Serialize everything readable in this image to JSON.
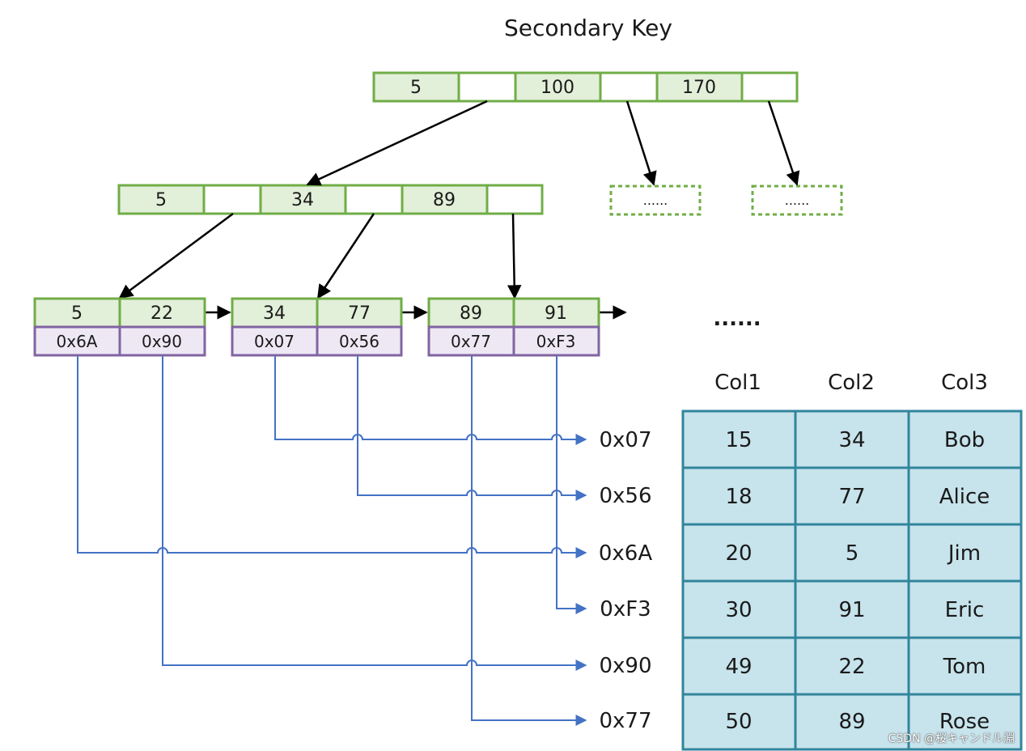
{
  "title": "Secondary Key",
  "colors": {
    "key_fill": "#e2efd9",
    "key_stroke": "#70ad47",
    "ptr_fill": "#eee8f4",
    "ptr_stroke": "#8064a2",
    "link_line": "#4472c4",
    "table_fill": "#c7e3ec",
    "table_stroke": "#31859c",
    "arrow": "#000000"
  },
  "root_node": {
    "keys": [
      "5",
      "100",
      "170"
    ]
  },
  "internal_node": {
    "keys": [
      "5",
      "34",
      "89"
    ]
  },
  "placeholder_nodes": [
    "......",
    "......"
  ],
  "leaf_nodes": [
    {
      "keys": [
        "5",
        "22"
      ],
      "addresses": [
        "0x6A",
        "0x90"
      ]
    },
    {
      "keys": [
        "34",
        "77"
      ],
      "addresses": [
        "0x07",
        "0x56"
      ]
    },
    {
      "keys": [
        "89",
        "91"
      ],
      "addresses": [
        "0x77",
        "0xF3"
      ]
    }
  ],
  "leaf_continuation": "......",
  "row_addresses": [
    "0x07",
    "0x56",
    "0x6A",
    "0xF3",
    "0x90",
    "0x77"
  ],
  "table": {
    "columns": [
      "Col1",
      "Col2",
      "Col3"
    ],
    "rows": [
      [
        "15",
        "34",
        "Bob"
      ],
      [
        "18",
        "77",
        "Alice"
      ],
      [
        "20",
        "5",
        "Jim"
      ],
      [
        "30",
        "91",
        "Eric"
      ],
      [
        "49",
        "22",
        "Tom"
      ],
      [
        "50",
        "89",
        "Rose"
      ]
    ]
  },
  "watermark": "CSDN @桜キャンドル淵"
}
